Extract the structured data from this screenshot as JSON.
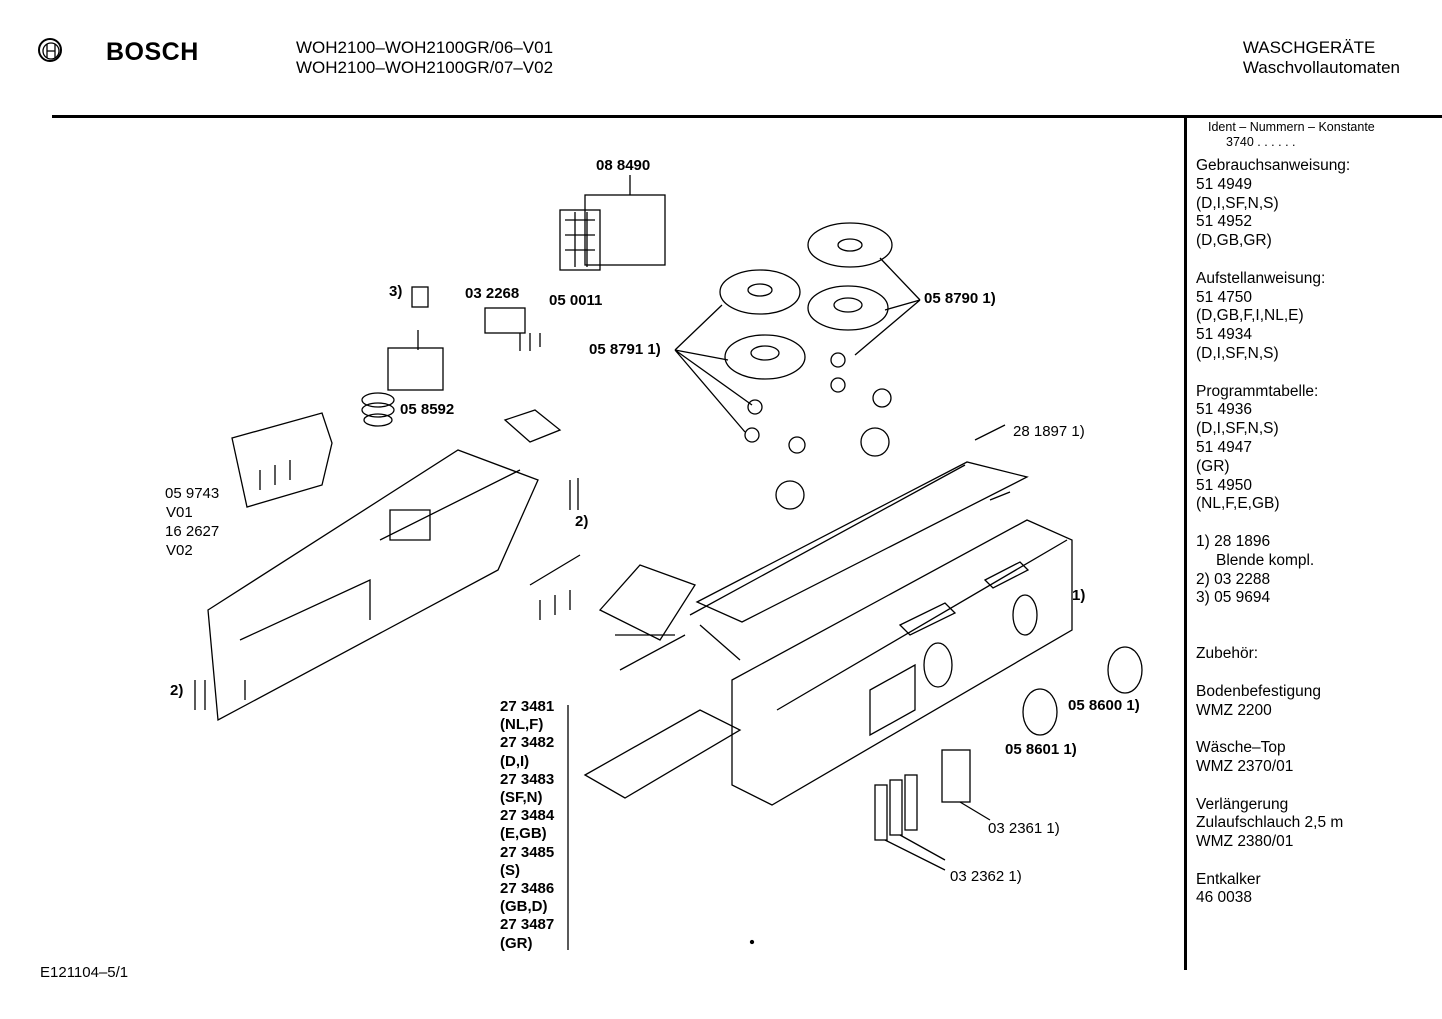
{
  "header": {
    "brand": "BOSCH",
    "models": [
      "WOH2100–WOH2100GR/06–V01",
      "WOH2100–WOH2100GR/07–V02"
    ],
    "category": [
      "WASCHGERÄTE",
      "Waschvollautomaten"
    ]
  },
  "sidebar": {
    "ident_title": "Ident – Nummern – Konstante",
    "ident_value": "3740  .  .    .  .  .  .",
    "groups": [
      {
        "lines": [
          "Gebrauchsanweisung:",
          "51 4949",
          "(D,I,SF,N,S)",
          "51 4952",
          "(D,GB,GR)"
        ]
      },
      {
        "lines": [
          "Aufstellanweisung:",
          "51 4750",
          "(D,GB,F,I,NL,E)",
          "51 4934",
          "(D,I,SF,N,S)"
        ]
      },
      {
        "lines": [
          "Programmtabelle:",
          "51 4936",
          "(D,I,SF,N,S)",
          "51 4947",
          "(GR)",
          "51 4950",
          "(NL,F,E,GB)"
        ]
      },
      {
        "lines": [
          "1)  28 1896",
          "Blende kompl.",
          "2)  03 2288",
          "3)  05 9694"
        ],
        "gap": true
      },
      {
        "lines": [
          "Zubehör:"
        ]
      },
      {
        "lines": [
          "Bodenbefestigung",
          "WMZ 2200"
        ]
      },
      {
        "lines": [
          "Wäsche–Top",
          "WMZ 2370/01"
        ]
      },
      {
        "lines": [
          "Verlängerung",
          "Zulaufschlauch 2,5 m",
          "WMZ 2380/01"
        ]
      },
      {
        "lines": [
          "Entkalker",
          "46 0038"
        ]
      }
    ]
  },
  "parts": {
    "p088490": "08 8490",
    "fn3": "3)",
    "p032268": "03 2268",
    "p050011": "05 0011",
    "p058790": "05 8790 1)",
    "p058791": "05 8791 1)",
    "p058592": "05 8592",
    "p281897": "28 1897 1)",
    "p059743": "05 9743",
    "v01": "V01",
    "p162627": "16 2627",
    "v02": "V02",
    "fn2a": "2)",
    "fn1": "1)",
    "fn2b": "2)",
    "p058600": "05 8600 1)",
    "p058601": "05 8601 1)",
    "p032361": "03 2361 1)",
    "p032362": "03 2362 1)"
  },
  "bom_list": [
    "27 3481",
    "(NL,F)",
    "27 3482",
    "(D,I)",
    "27 3483",
    "(SF,N)",
    "27 3484",
    "(E,GB)",
    "27 3485",
    "(S)",
    "27 3486",
    "(GB,D)",
    "27 3487",
    "(GR)"
  ],
  "footer": "E121104–5/1"
}
